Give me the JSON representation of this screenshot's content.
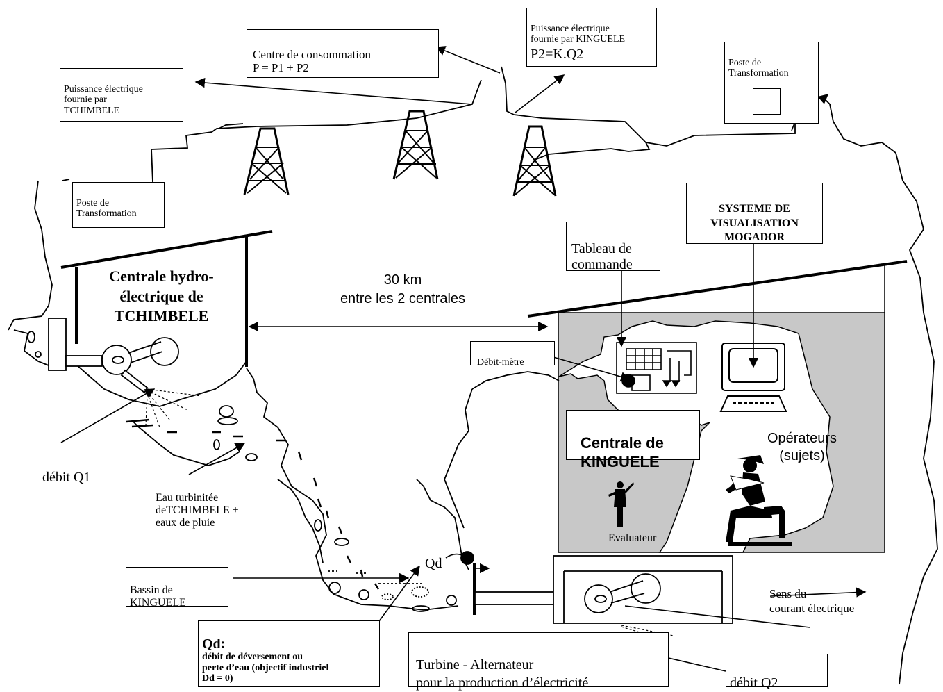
{
  "colors": {
    "line": "#000000",
    "room": "#c8c8c8",
    "background": "#ffffff"
  },
  "labels": {
    "centre_consommation": "Centre de consommation\n P = P1 + P2",
    "puissance_kinguele": "Puissance électrique\nfournie par KINGUELE",
    "p2_formula": "P2=K.Q2",
    "puissance_tchimbele": "Puissance électrique\nfournie par\nTCHIMBELE",
    "poste_right": "Poste de\nTransformation",
    "poste_left": "Poste de\nTransformation",
    "systeme_visualisation": "SYSTEME DE\nVISUALISATION\nMOGADOR",
    "tableau_commande": "Tableau de\ncommande",
    "distance": "30 km\nentre les 2 centrales",
    "centrale_tchimbele": "Centrale hydro-\nélectrique de\nTCHIMBELE",
    "debit_metre": "Débit-mètre",
    "centrale_kinguele": "Centrale de\nKINGUELE",
    "operateurs": "Opérateurs\n(sujets)",
    "evaluateur": "Evaluateur",
    "debit_q1": "débit Q1",
    "eau_turbinee": "Eau turbinitée\ndeTCHIMBELE +\neaux de pluie",
    "qd_label": "Qd",
    "bassin": "Bassin de\nKINGUELE",
    "qd_definition_title": "Qd:",
    "qd_definition_text": "débit de déversement ou\nperte d’eau (objectif industriel\nDd = 0)",
    "turbine": "Turbine - Alternateur\n pour la production  d’électricité",
    "debit_q2": "débit Q2",
    "sens_courant": "Sens du\ncourant électrique"
  }
}
